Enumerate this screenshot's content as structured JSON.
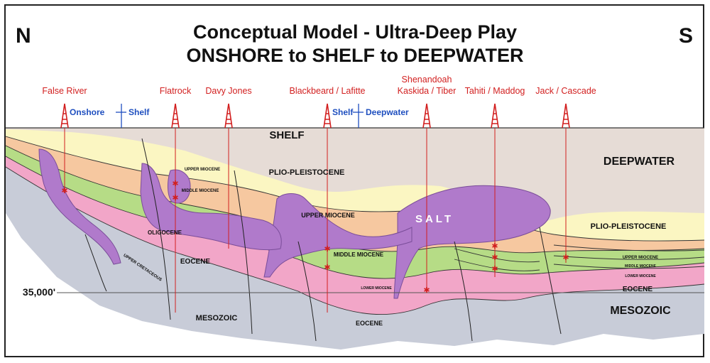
{
  "compass": {
    "north": "N",
    "south": "S"
  },
  "title": {
    "line1": "Conceptual Model - Ultra-Deep Play",
    "line2": "ONSHORE to SHELF to DEEPWATER"
  },
  "wells": [
    {
      "label": "False River"
    },
    {
      "label": "Flatrock"
    },
    {
      "label": "Davy Jones"
    },
    {
      "label": "Blackbeard  / Lafitte"
    },
    {
      "label": "Shenandoah"
    },
    {
      "label": "Kaskida / Tiber"
    },
    {
      "label": "Tahiti / Maddog"
    },
    {
      "label": "Jack / Cascade"
    }
  ],
  "transitions": {
    "onshore": "Onshore",
    "shelf": "Shelf",
    "shelf2": "Shelf",
    "deepwater": "Deepwater"
  },
  "labels": {
    "shelf": "SHELF",
    "deepwater": "DEEPWATER",
    "plio_left": "PLIO-PLEISTOCENE",
    "plio_right": "PLIO-PLEISTOCENE",
    "upper_miocene_left": "UPPER MIOCENE",
    "middle_miocene_left": "MIDDLE MIOCENE",
    "upper_miocene_center": "UPPER MIOCENE",
    "middle_miocene_center": "MIDDLE MIOCENE",
    "lower_miocene_center": "LOWER MIOCENE",
    "salt": "SALT",
    "oligocene": "OLIGOCENE",
    "eocene_left": "EOCENE",
    "eocene_center": "EOCENE",
    "eocene_right": "EOCENE",
    "upper_cretaceous": "UPPER CRETACEOUS",
    "mesozoic_left": "MESOZOIC",
    "mesozoic_right": "MESOZOIC",
    "upper_miocene_right": "UPPER MIOCENE",
    "middle_miocene_right": "MIDDLE MIOCENE",
    "lower_miocene_right": "LOWER MIOCENE",
    "depth": "35,000'"
  },
  "colors": {
    "pliocene": "#e6dcd6",
    "upper_miocene": "#fbf6c2",
    "middle_miocene": "#f6c8a0",
    "lower_miocene": "#b6dc86",
    "oligocene": "#b6dc86",
    "eocene": "#f2a6c8",
    "cretaceous": "#fbf6c2",
    "mesozoic": "#c8ccd8",
    "salt": "#b07acb",
    "water": "#5cc0d0",
    "well": "#d21f1f",
    "transition": "#1f4fbf"
  }
}
